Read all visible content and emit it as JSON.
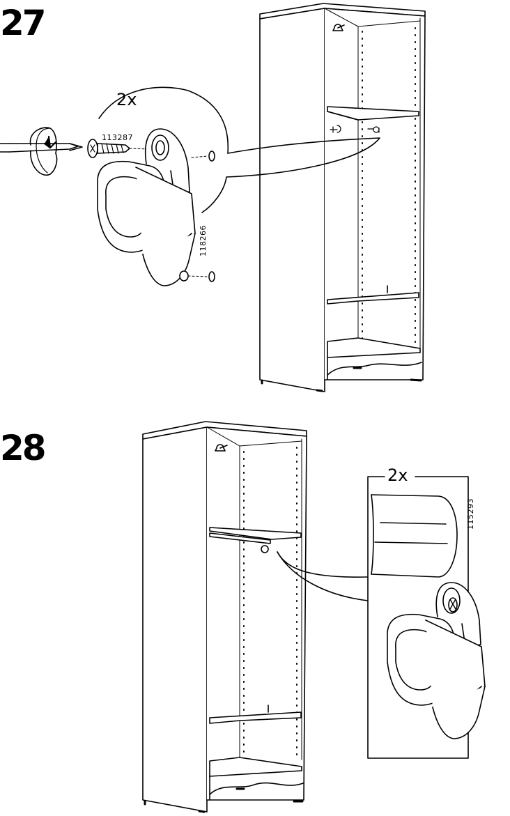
{
  "steps": [
    {
      "number": "27",
      "quantity": "2x",
      "screw_part": "113287",
      "bracket_part": "118266"
    },
    {
      "number": "28",
      "quantity": "2x",
      "cap_part": "115293"
    }
  ]
}
